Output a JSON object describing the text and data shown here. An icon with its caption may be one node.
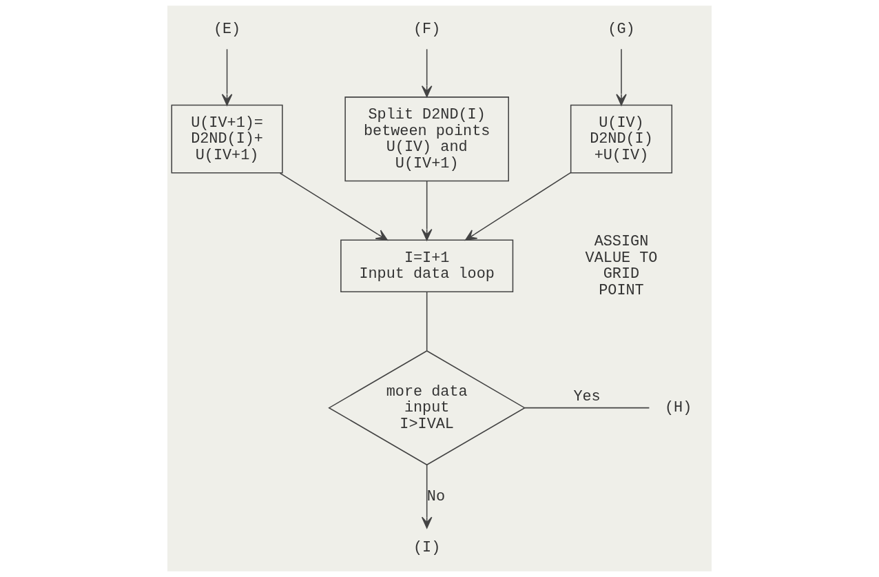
{
  "diagram": {
    "nodes": [
      {
        "text": [
          "(E)"
        ]
      },
      {
        "text": [
          "(F)"
        ]
      },
      {
        "text": [
          "(G)"
        ]
      },
      {
        "text": [
          "U(IV+1)= D2ND(I)+ U(IV+1)"
        ]
      },
      {
        "text": [
          "Split D2ND(I) between points U(IV) and U(IV+1)"
        ]
      },
      {
        "text": [
          "U(IV) D2ND(I) +U(IV)"
        ]
      },
      {
        "text": [
          "I=I+1",
          "Input data loop"
        ]
      },
      {
        "text": [
          "more data input",
          "I>IVAL"
        ]
      },
      {
        "text": [
          "(H)"
        ]
      },
      {
        "text": [
          "(I)"
        ]
      }
    ],
    "edges": [
      {
        "from": 0,
        "to": 3,
        "arrow": "to"
      },
      {
        "from": 1,
        "to": 4,
        "arrow": "to"
      },
      {
        "from": 2,
        "to": 5,
        "arrow": "to"
      },
      {
        "from": 3,
        "to": 6,
        "arrow": "to"
      },
      {
        "from": 4,
        "to": 6,
        "arrow": "to"
      },
      {
        "from": 5,
        "to": 6,
        "arrow": "to"
      },
      {
        "from": 6,
        "to": 7,
        "arrow": "none"
      },
      {
        "from": 7,
        "to": 8,
        "arrow": "none",
        "label": "Yes"
      },
      {
        "from": 7,
        "to": 9,
        "arrow": "to",
        "label": "No"
      }
    ],
    "labels": [
      "ASSIGN VALUE TO GRID POINT"
    ]
  }
}
